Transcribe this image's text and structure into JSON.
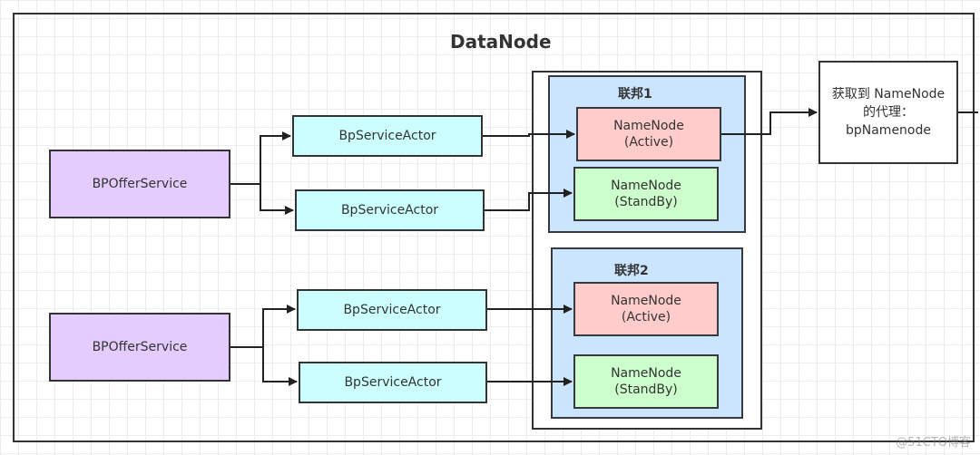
{
  "datanode": {
    "title": "DataNode"
  },
  "federations": [
    {
      "label": "联邦1",
      "active": {
        "line1": "NameNode",
        "line2": "(Active)"
      },
      "standby": {
        "line1": "NameNode",
        "line2": "(StandBy)"
      }
    },
    {
      "label": "联邦2",
      "active": {
        "line1": "NameNode",
        "line2": "(Active)"
      },
      "standby": {
        "line1": "NameNode",
        "line2": "(StandBy)"
      }
    }
  ],
  "offer_services": [
    "BPOfferService",
    "BPOfferService"
  ],
  "actors": [
    "BpServiceActor",
    "BpServiceActor",
    "BpServiceActor",
    "BpServiceActor"
  ],
  "proxy": {
    "line1": "获取到 NameNode",
    "line2": "的代理：",
    "line3": "bpNamenode"
  },
  "watermark": "@51CTO博客",
  "colors": {
    "federation": "#cce5ff",
    "offer_service": "#e5ccff",
    "actor": "#ccffff",
    "active": "#ffcccc",
    "standby": "#ccffcc"
  }
}
